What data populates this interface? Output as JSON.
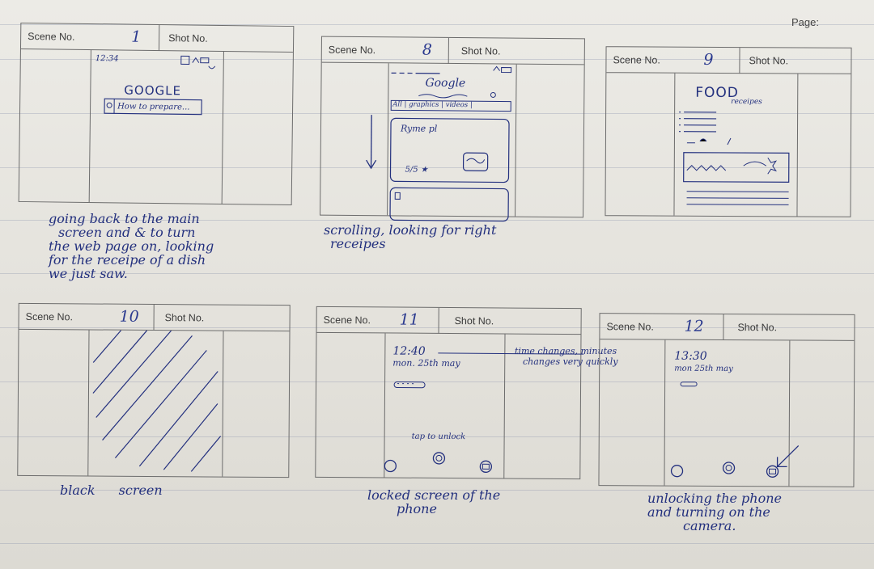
{
  "page": {
    "label": "Page:"
  },
  "labels": {
    "scene": "Scene No.",
    "shot": "Shot No."
  },
  "panels": [
    {
      "scene": "1",
      "content": {
        "time": "12:34",
        "brand": "GOOGLE",
        "search": "How to prepare..."
      },
      "note": [
        "going back to the main",
        "screen and & to turn",
        "the web page on, looking",
        "for the receipe of a dish",
        "we just saw."
      ]
    },
    {
      "scene": "8",
      "content": {
        "brand": "Google",
        "tabs": "All | graphics | videos |",
        "result": "Ryme pl",
        "rating": "5/5 ★"
      },
      "note": [
        "scrolling, looking for right",
        "receipes"
      ]
    },
    {
      "scene": "9",
      "content": {
        "brand": "FOOD",
        "sub": "receipes"
      },
      "note": []
    },
    {
      "scene": "10",
      "content": {},
      "note": [
        "black screen"
      ]
    },
    {
      "scene": "11",
      "content": {
        "time": "12:40",
        "date": "mon. 25th may",
        "tap": "tap to unlock"
      },
      "side_note": [
        "time changes, minutes",
        "changes very quickly"
      ],
      "note": [
        "locked screen of the",
        "phone"
      ]
    },
    {
      "scene": "12",
      "content": {
        "time": "13:30",
        "date": "mon 25th may"
      },
      "note": [
        "unlocking the phone",
        "and turning on the",
        "camera."
      ]
    }
  ]
}
